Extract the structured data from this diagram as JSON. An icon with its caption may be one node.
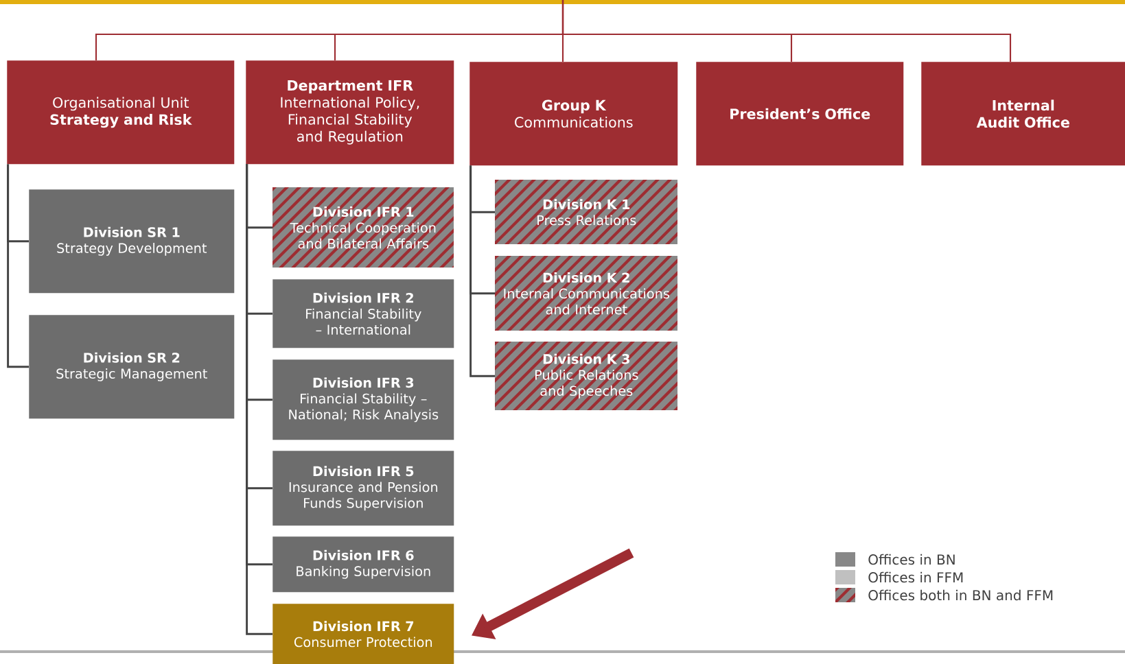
{
  "diagram": {
    "nodes": [
      {
        "text": [
          "Organisational Unit",
          "Strategy and Risk"
        ]
      },
      {
        "text": [
          "Department IFR",
          "International Policy, Financial Stability and Regulation"
        ]
      },
      {
        "text": [
          "Group K",
          "Communications"
        ]
      },
      {
        "text": [
          "President’s Office"
        ]
      },
      {
        "text": [
          "Internal Audit Office"
        ]
      },
      {
        "text": [
          "Division SR 1",
          "Strategy Development"
        ]
      },
      {
        "text": [
          "Division SR 2",
          "Strategic Management"
        ]
      },
      {
        "text": [
          "Division IFR 1",
          "Technical Cooperation and Bilateral Affairs"
        ]
      },
      {
        "text": [
          "Division IFR 2",
          "Financial Stability – International"
        ]
      },
      {
        "text": [
          "Division IFR 3",
          "Financial Stability – National; Risk Analysis"
        ]
      },
      {
        "text": [
          "Division IFR 5",
          "Insurance and Pension Funds Supervision"
        ]
      },
      {
        "text": [
          "Division IFR 6",
          "Banking Supervision"
        ]
      },
      {
        "text": [
          "Division IFR 7",
          "Consumer Protection"
        ]
      },
      {
        "text": [
          "Division K 1",
          "Press Relations"
        ]
      },
      {
        "text": [
          "Division K 2",
          "Internal Communications and Internet"
        ]
      },
      {
        "text": [
          "Division K 3",
          "Public Relations and Speeches"
        ]
      }
    ],
    "edges": [
      {
        "from": null,
        "to": 0,
        "arrow": "none",
        "color": "#9e2d32"
      },
      {
        "from": null,
        "to": 1,
        "arrow": "none",
        "color": "#9e2d32"
      },
      {
        "from": null,
        "to": 2,
        "arrow": "none",
        "color": "#9e2d32"
      },
      {
        "from": null,
        "to": 3,
        "arrow": "none",
        "color": "#9e2d32"
      },
      {
        "from": null,
        "to": 4,
        "arrow": "none",
        "color": "#9e2d32"
      },
      {
        "from": 0,
        "to": 5,
        "arrow": "none"
      },
      {
        "from": 0,
        "to": 6,
        "arrow": "none"
      },
      {
        "from": 1,
        "to": 7,
        "arrow": "none"
      },
      {
        "from": 1,
        "to": 8,
        "arrow": "none"
      },
      {
        "from": 1,
        "to": 9,
        "arrow": "none"
      },
      {
        "from": 1,
        "to": 10,
        "arrow": "none"
      },
      {
        "from": 1,
        "to": 11,
        "arrow": "none"
      },
      {
        "from": 1,
        "to": 12,
        "arrow": "none"
      },
      {
        "from": 2,
        "to": 13,
        "arrow": "none"
      },
      {
        "from": 2,
        "to": 14,
        "arrow": "none"
      },
      {
        "from": 2,
        "to": 15,
        "arrow": "none"
      },
      {
        "from": null,
        "to": 12,
        "arrow": "to",
        "style": "thick",
        "color": "#9e2d32"
      }
    ],
    "legend": [
      {
        "text": "Offices in BN",
        "color": "#888888"
      },
      {
        "text": "Offices in FFM",
        "color": "#c0c0c0"
      },
      {
        "text": "Offices both in BN and FFM"
      }
    ]
  }
}
